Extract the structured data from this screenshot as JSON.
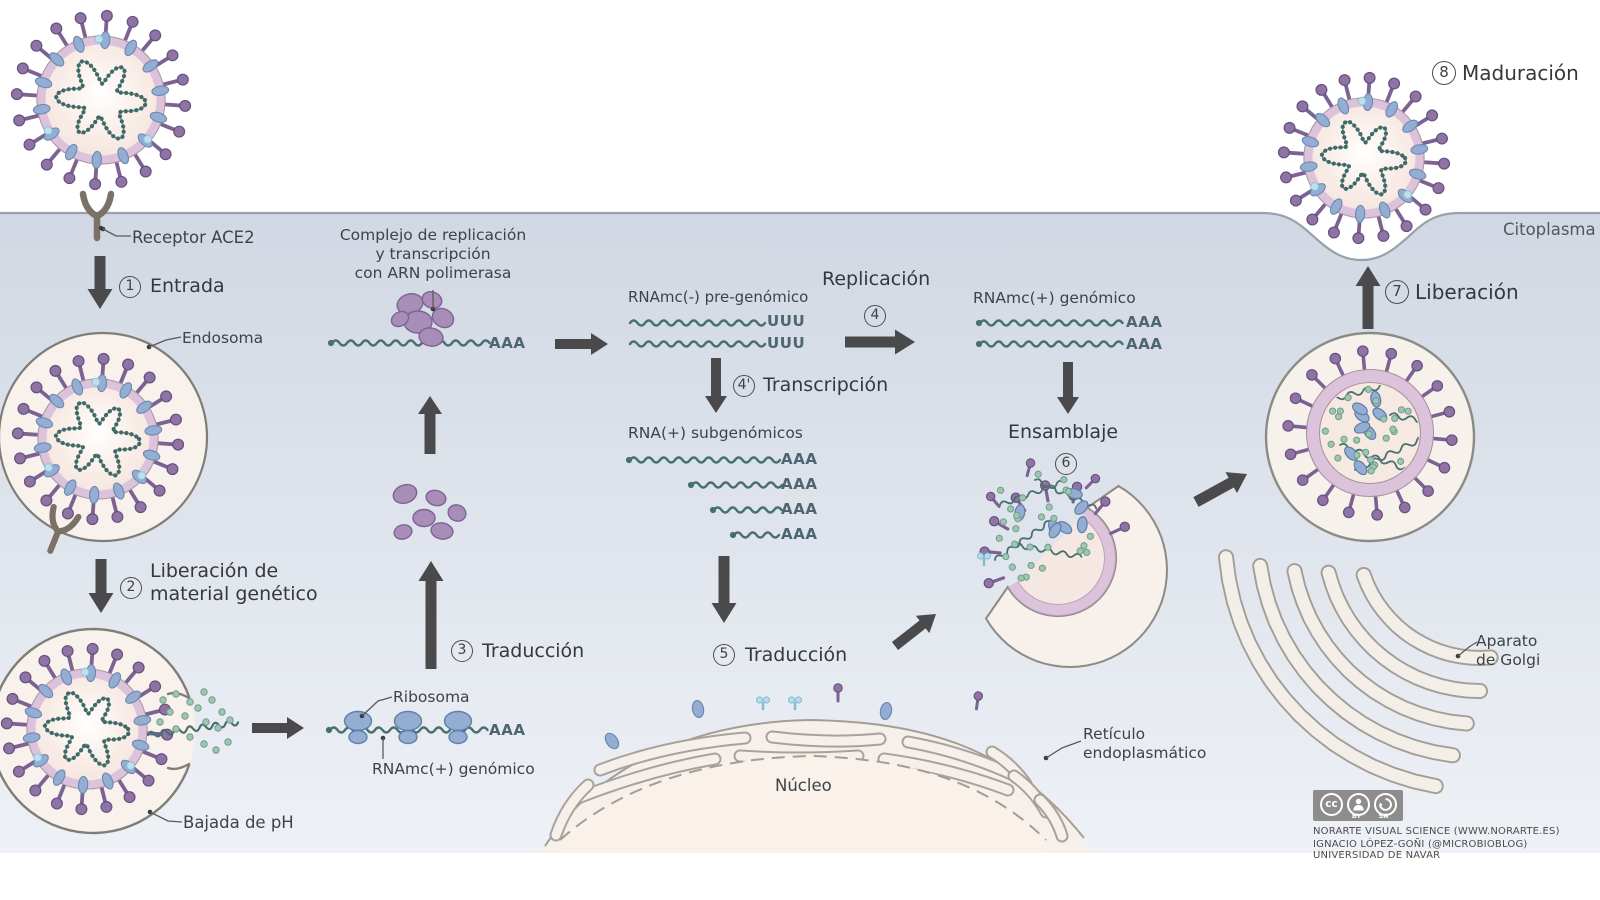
{
  "scene": {
    "cytoplasm_label": "Citoplasma"
  },
  "entry": {
    "receptor_label": "Receptor ACE2",
    "endosome_label": "Endosoma",
    "ph_label": "Bajada de pH"
  },
  "steps": {
    "s1": {
      "num": "1",
      "label": "Entrada"
    },
    "s2": {
      "num": "2",
      "label": "Liberación de material genético"
    },
    "s3": {
      "num": "3",
      "label": "Traducción"
    },
    "s4": {
      "num": "4",
      "label": "Replicación"
    },
    "s4b": {
      "num": "4'",
      "label": "Transcripción"
    },
    "s5": {
      "num": "5",
      "label": "Traducción"
    },
    "s6": {
      "num": "6",
      "label": "Ensamblaje"
    },
    "s7": {
      "num": "7",
      "label": "Liberación"
    },
    "s8": {
      "num": "8",
      "label": "Maduración"
    }
  },
  "replication": {
    "complex_lines": [
      "Complejo de replicación",
      "y transcripción",
      "con ARN polimerasa"
    ],
    "pre_genomic_label": "RNAmc(-) pre-genómico",
    "genomic_label": "RNAmc(+) genómico",
    "subgenomic_label": "RNA(+) subgenómicos",
    "poly_a": "AAA",
    "poly_u": "UUU"
  },
  "translation": {
    "ribosome_label": "Ribosoma",
    "genomic_label": "RNAmc(+) genómico"
  },
  "organelles": {
    "nucleus_label": "Núcleo",
    "er_lines": [
      "Retículo",
      "endoplasmático"
    ],
    "golgi_lines": [
      "Aparato",
      "de Golgi"
    ]
  },
  "credits": {
    "cc": "cc",
    "by": "BY",
    "sa": "SA",
    "line1": "NORARTE VISUAL SCIENCE (WWW.NORARTE.ES)",
    "line2": "IGNACIO LÓPEZ-GOÑI (@MICROBIOBLOG) UNIVERSIDAD DE NAVAR"
  },
  "colors": {
    "spike_purple": "#8f73a3",
    "membrane_pink": "#dcc2da",
    "rna_teal": "#47706f",
    "protein_blue": "#93aed2",
    "nucleoprotein_green": "#9fc6b2",
    "nsp_purple": "#a78db8",
    "arrow_gray": "#4a4a4c",
    "cytoplasm_top": "#d1d8e3",
    "cytoplasm_bottom": "#eef1f6"
  }
}
